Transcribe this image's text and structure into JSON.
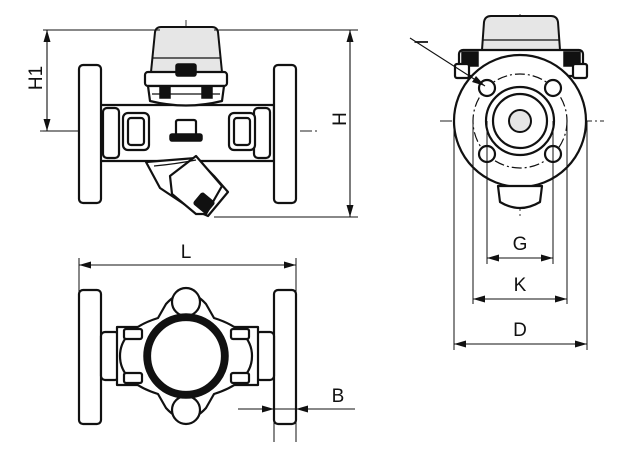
{
  "dimensions": {
    "h1": "H1",
    "h": "H",
    "i": "I",
    "l": "L",
    "b": "B",
    "g": "G",
    "k": "K",
    "d": "D"
  },
  "colors": {
    "line": "#111111",
    "fill": "#ffffff",
    "shade": "#e6e6e6"
  }
}
